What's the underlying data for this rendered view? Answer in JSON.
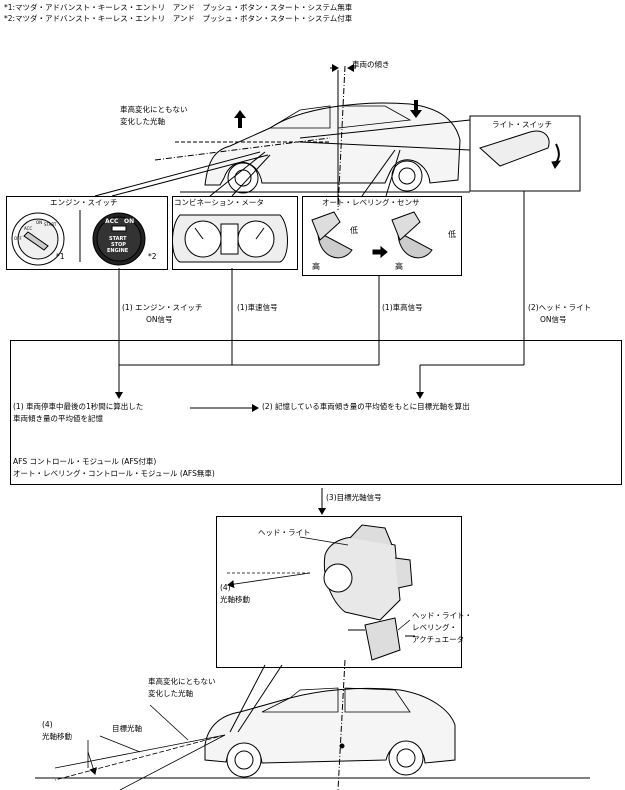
{
  "notes": {
    "n1": "*1:マツダ・アドバンスト・キーレス・エントリ　アンド　プッシュ・ボタン・スタート・システム無車",
    "n2": "*2:マツダ・アドバンスト・キーレス・エントリ　アンド　プッシュ・ボタン・スタート・システム付車"
  },
  "top": {
    "tilt_label": "車両の傾き",
    "axis_change_line1": "車高変化にともない",
    "axis_change_line2": "変化した光軸",
    "light_switch_label": "ライト・スイッチ"
  },
  "components": {
    "engine_switch": {
      "title": "エンジン・スイッチ",
      "mark1": "*1",
      "mark2": "*2",
      "btn_acc": "ACC",
      "btn_on": "ON",
      "btn_line1": "START",
      "btn_line2": "STOP",
      "btn_line3": "ENGINE",
      "key_acc": "ACC",
      "key_on": "ON",
      "key_start": "START",
      "key_off": "OFF"
    },
    "combination_meter": {
      "title": "コンビネーション・メータ"
    },
    "leveling_sensor": {
      "title": "オート・レベリング・センサ",
      "low": "低",
      "high": "高",
      "low2": "低",
      "high2": "高"
    }
  },
  "signals": {
    "s1_line1": "(1) エンジン・スイッチ",
    "s1_line2": "ON信号",
    "s2": "(1)車速信号",
    "s3": "(1)車高信号",
    "s4_line1": "(2)ヘッド・ライト",
    "s4_line2": "ON信号"
  },
  "module": {
    "step1_line1": "(1) 車両停車中最後の1秒間に算出した",
    "step1_line2": "車両傾き量の平均値を記憶",
    "step2": "(2) 記憶している車両傾き量の平均値をもとに目標光軸を算出",
    "name_line1": "AFS コントロール・モジュール (AFS付車)",
    "name_line2": "オート・レベリング・コントロール・モジュール (AFS無車)"
  },
  "output": {
    "target_signal": "(3)目標光軸信号",
    "headlight_label": "ヘッド・ライト",
    "move_num": "(4)",
    "move_label": "光軸移動",
    "actuator_line1": "ヘッド・ライト・",
    "actuator_line2": "レベリング・",
    "actuator_line3": "アクチュエータ"
  },
  "bottom": {
    "axis_change_line1": "車高変化にともない",
    "axis_change_line2": "変化した光軸",
    "target_axis": "目標光軸",
    "move_num": "(4)",
    "move_label": "光軸移動"
  }
}
